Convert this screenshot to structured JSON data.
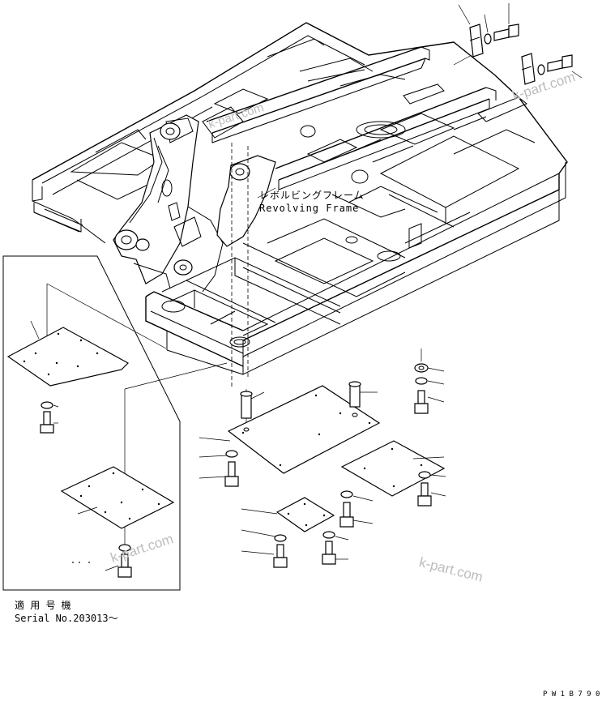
{
  "diagram": {
    "title_jp": "レボルビングフレーム",
    "title_en": "Revolving Frame",
    "serial_header": "適 用 号 機",
    "serial_text": "Serial No.203013～",
    "drawing_code": "P W 1 B 7 9 0",
    "watermark": "k-part.com"
  },
  "colors": {
    "line": "#000000",
    "background": "#ffffff",
    "watermark": "#bcbcbc"
  },
  "icons": [
    "bolt-icon",
    "washer-icon",
    "plate-cover-icon",
    "bracket-icon",
    "pin-icon"
  ]
}
